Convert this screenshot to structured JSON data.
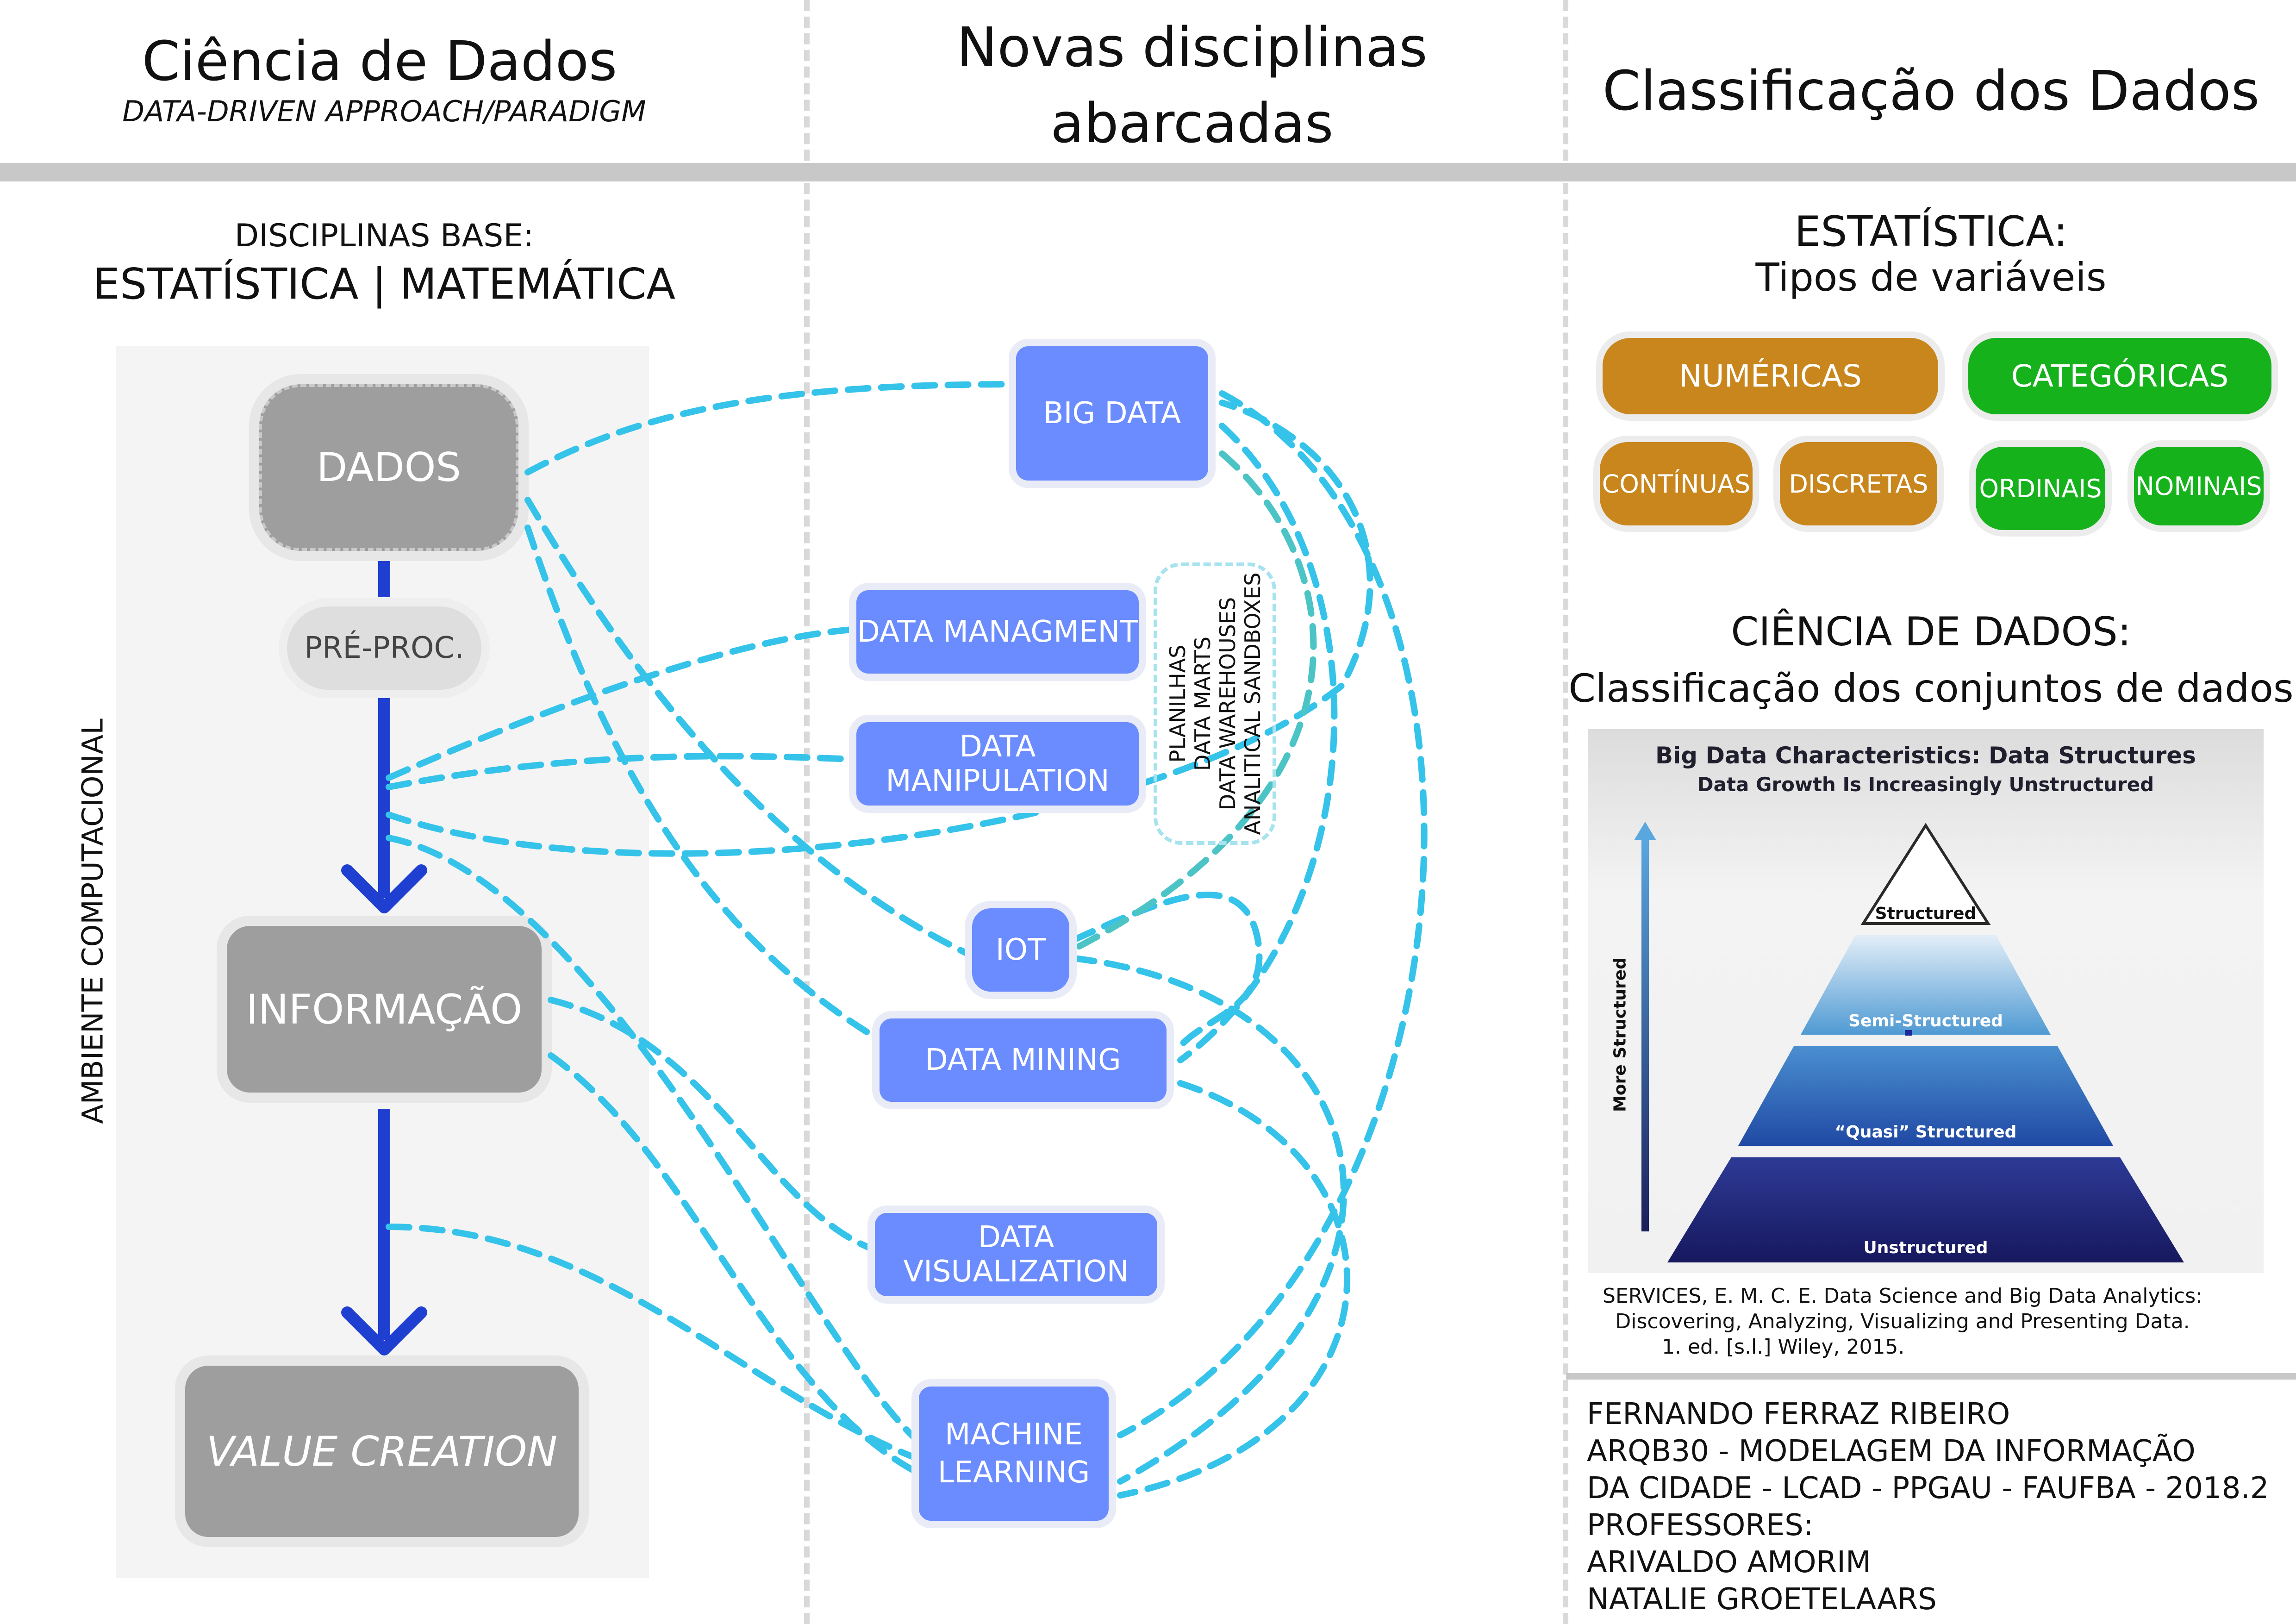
{
  "col1": {
    "title": "Ciência de Dados",
    "subtitle": "DATA-DRIVEN APPROACH/PARADIGM",
    "base_label": "DISCIPLINAS BASE:",
    "base_disciplines": "ESTATÍSTICA | MATEMÁTICA",
    "side_label": "AMBIENTE COMPUTACIONAL",
    "flow": {
      "dados": "DADOS",
      "preproc": "PRÉ-PROC.",
      "informacao": "INFORMAÇÃO",
      "value": "VALUE CREATION"
    }
  },
  "col2": {
    "title_line1": "Novas disciplinas",
    "title_line2": "abarcadas",
    "nodes": {
      "big_data": "BIG DATA",
      "data_managment": "DATA MANAGMENT",
      "data_manipulation": "DATA MANIPULATION",
      "iot": "IOT",
      "data_mining": "DATA MINING",
      "data_visualization": "DATA VISUALIZATION",
      "ml_line1": "MACHINE",
      "ml_line2": "LEARNING"
    },
    "storage_list": [
      "PLANILHAS",
      "DATA MARTS",
      "DATA WAREHOUSES",
      "ANALITICAL SANDBOXES"
    ]
  },
  "col3": {
    "title": "Classificação dos Dados",
    "stats_title": "ESTATÍSTICA:",
    "stats_subtitle": "Tipos de variáveis",
    "numericas": "NUMÉRICAS",
    "categoricas": "CATEGÓRICAS",
    "continuas": "CONTÍNUAS",
    "discretas": "DISCRETAS",
    "ordinais": "ORDINAIS",
    "nominais": "NOMINAIS",
    "ds_title": "CIÊNCIA DE DADOS:",
    "ds_subtitle": "Classificação dos conjuntos de dados",
    "figure": {
      "title": "Big Data Characteristics: Data Structures",
      "subtitle": "Data Growth Is Increasingly Unstructured",
      "axis_label": "More Structured",
      "levels": [
        "Structured",
        "Semi-Structured",
        "“Quasi” Structured",
        "Unstructured"
      ]
    },
    "citation_line1": "SERVICES, E. M. C. E. Data Science and Big Data Analytics:",
    "citation_line2": "Discovering, Analyzing, Visualizing and Presenting Data.",
    "citation_line3": "1. ed. [s.l.] Wiley, 2015.",
    "credits": [
      "FERNANDO FERRAZ RIBEIRO",
      "ARQB30 - MODELAGEM DA INFORMAÇÃO",
      "DA CIDADE - LCAD - PPGAU - FAUFBA - 2018.2",
      "PROFESSORES:",
      "ARIVALDO AMORIM",
      "NATALIE GROETELAARS"
    ]
  },
  "colors": {
    "gray_node": "#9e9e9e",
    "blue_node": "#6b8cff",
    "arrow": "#1f3fd1",
    "link": "#35c3ea",
    "orange": "#c8861c",
    "green": "#16b21c"
  }
}
